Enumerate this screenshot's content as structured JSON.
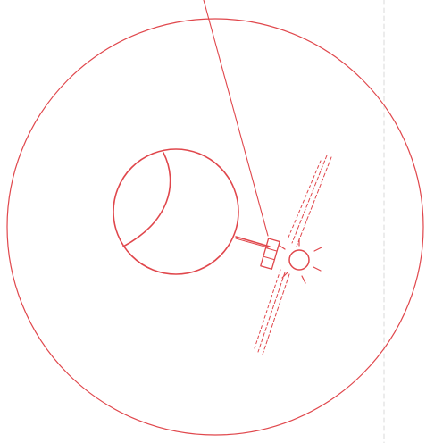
{
  "diagram": {
    "title": "",
    "colors": {
      "line": "#e0474c",
      "fold_mark": "#d9d9d9",
      "background": "#ffffff"
    },
    "elements": [
      "outer-orbit-circle",
      "planet-circle",
      "planet-arc",
      "pointer-line",
      "connector-rod",
      "satellite-body",
      "satellite-panel",
      "sun-circle",
      "sun-rays"
    ]
  }
}
